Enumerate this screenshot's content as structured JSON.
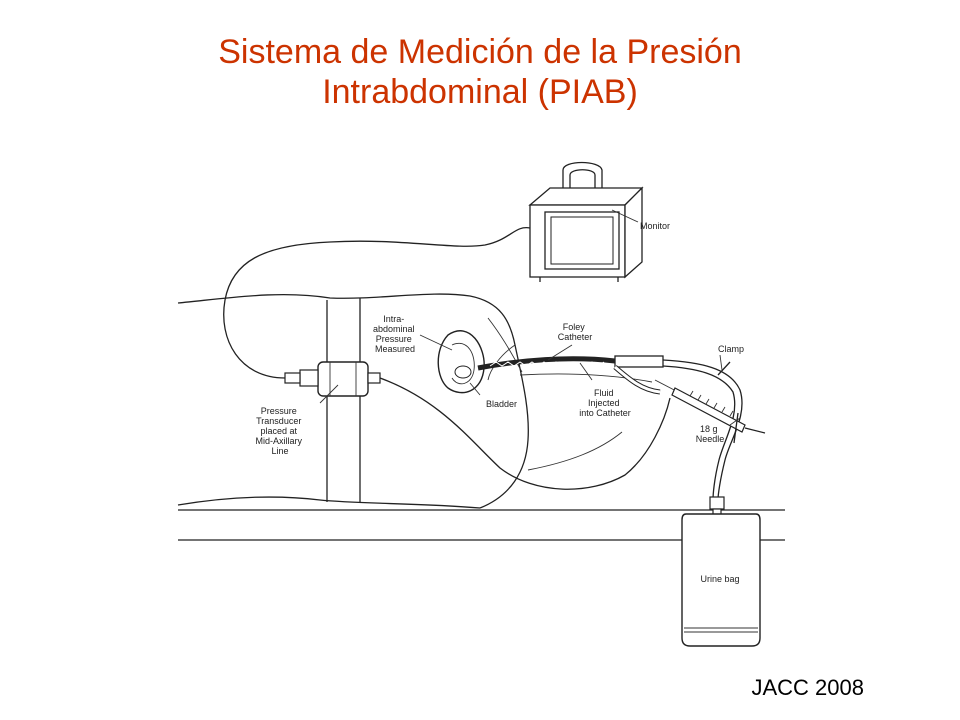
{
  "title": {
    "line1": "Sistema de Medición de la Presión",
    "line2": "Intrabdominal (PIAB)"
  },
  "citation": "JACC 2008",
  "colors": {
    "title": "#CC3300",
    "drawing": "#222222",
    "background": "#FFFFFF"
  },
  "labels": {
    "monitor": "Monitor",
    "intra_abdominal": [
      "Intra-",
      "abdominal",
      "Pressure",
      "Measured"
    ],
    "foley_catheter": [
      "Foley",
      "Catheter"
    ],
    "clamp": "Clamp",
    "bladder": "Bladder",
    "fluid_injected": [
      "Fluid",
      "Injected",
      "into Catheter"
    ],
    "needle": [
      "18 g",
      "Needle"
    ],
    "pressure_transducer": [
      "Pressure",
      "Transducer",
      "placed at",
      "Mid-Axillary",
      "Line"
    ],
    "urine_bag": "Urine bag"
  }
}
